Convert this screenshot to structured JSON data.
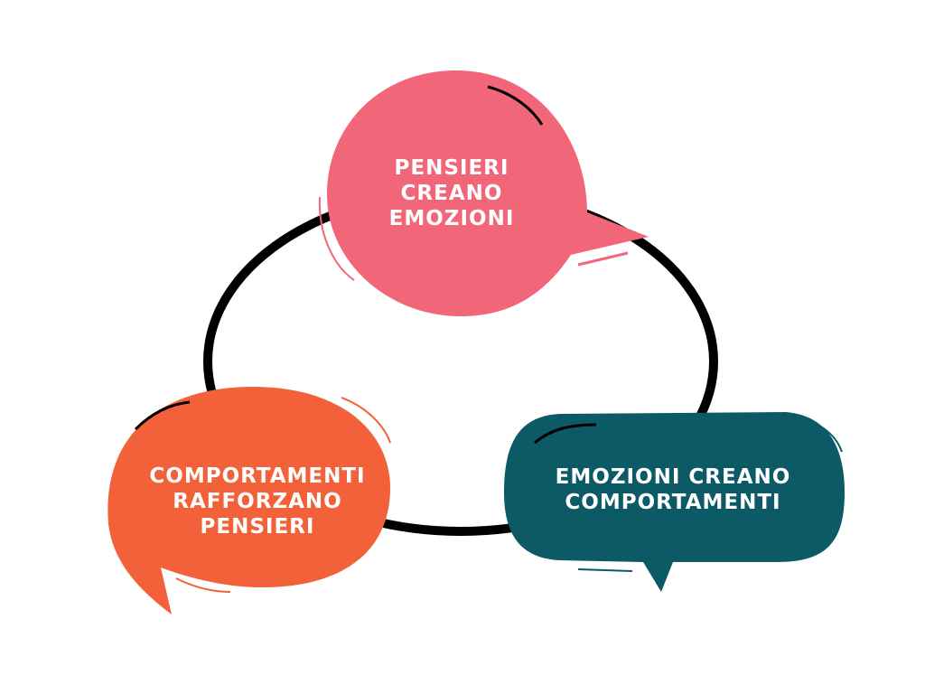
{
  "colors": {
    "pink": "#F2667A",
    "orange": "#F2613A",
    "teal": "#0B5A66",
    "ring": "#000000",
    "text": "#FFFFFF"
  },
  "bubbles": [
    {
      "id": "pensieri",
      "lines": [
        "PENSIERI",
        "CREANO",
        "EMOZIONI"
      ]
    },
    {
      "id": "emozioni",
      "lines": [
        "EMOZIONI CREANO",
        "COMPORTAMENTI"
      ]
    },
    {
      "id": "comportamenti",
      "lines": [
        "COMPORTAMENTI",
        "RAFFORZANO",
        "PENSIERI"
      ]
    }
  ]
}
